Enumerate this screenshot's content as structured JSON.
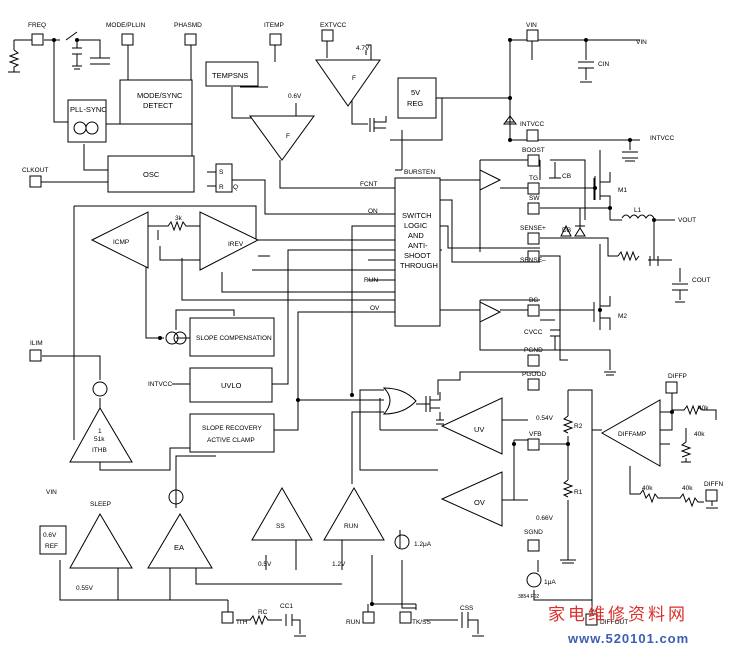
{
  "pins": {
    "freq": "FREQ",
    "mode_pllin": "MODE/PLLIN",
    "phasmd": "PHASMD",
    "itemp": "ITEMP",
    "extvcc": "EXTVCC",
    "vin_top": "VIN",
    "clkout": "CLKOUT",
    "ilim": "ILIM",
    "vin_left": "VIN",
    "ith": "ITH",
    "run": "RUN",
    "tkss": "TK/SS",
    "intvcc_pin": "INTVCC",
    "boost": "BOOST",
    "tg": "TG",
    "sw": "SW",
    "sense_p": "SENSE+",
    "sense_n": "SENSE–",
    "bg": "BG",
    "pgnd": "PGND",
    "pgood": "PGOOD",
    "vfb": "VFB",
    "sgnd": "SGND",
    "diffp": "DIFFP",
    "diffn": "DIFFN",
    "diffout": "DIFFOUT"
  },
  "blocks": {
    "pll_sync": "PLL-SYNC",
    "mode_sync_1": "MODE/SYNC",
    "mode_sync_2": "DETECT",
    "tempsns": "TEMPSNS",
    "osc": "OSC",
    "reg_1": "5V",
    "reg_2": "REG",
    "logic": [
      "SWITCH",
      "LOGIC",
      "AND",
      "ANTI-",
      "SHOOT",
      "THROUGH"
    ],
    "slope_comp": "SLOPE COMPENSATION",
    "uvlo": "UVLO",
    "slope_rec_1": "SLOPE RECOVERY",
    "slope_rec_2": "ACTIVE CLAMP",
    "diffamp": "DIFFAMP",
    "ref_1": "0.6V",
    "ref_2": "REF",
    "sr_s": "S",
    "sr_r": "R",
    "sr_q": "Q",
    "ea": "EA",
    "ss": "SS",
    "run_comp": "RUN",
    "uv": "UV",
    "ov": "OV",
    "icmp": "ICMP",
    "irev": "IREV",
    "ithb_1": "1",
    "ithb_2": "51k",
    "ithb_3": "ITHB",
    "sleep": "SLEEP",
    "ff": "F",
    "ff2": "F"
  },
  "labels": {
    "v47": "4.7V",
    "v06": "0.6V",
    "vin_rail": "VIN",
    "intvcc_rail": "INTVCC",
    "vout": "VOUT",
    "cin": "CIN",
    "cout": "COUT",
    "cb": "CB",
    "db": "DB",
    "cvcc": "CVCC",
    "l1": "L1",
    "m1": "M1",
    "m2": "M2",
    "r3k": "3k",
    "bursten": "BURSTEN",
    "fcnt": "FCNT",
    "on": "ON",
    "run_sig": "RUN",
    "ov_sig": "OV",
    "intvcc_uvlo": "INTVCC",
    "v054": "0.54V",
    "v066": "0.66V",
    "r2": "R2",
    "r1": "R1",
    "r40k_a": "40k",
    "r40k_b": "40k",
    "r40k_c": "40k",
    "r40k_d": "40k",
    "v055": "0.55V",
    "v05": "0.5V",
    "v12": "1.2V",
    "i12ua": "1.2μA",
    "i1ua": "1μA",
    "rc": "RC",
    "cc1": "CC1",
    "css": "CSS",
    "fig": "3854 F02"
  },
  "watermark": {
    "cn": "家电维修资料网",
    "url": "www.520101.com"
  }
}
